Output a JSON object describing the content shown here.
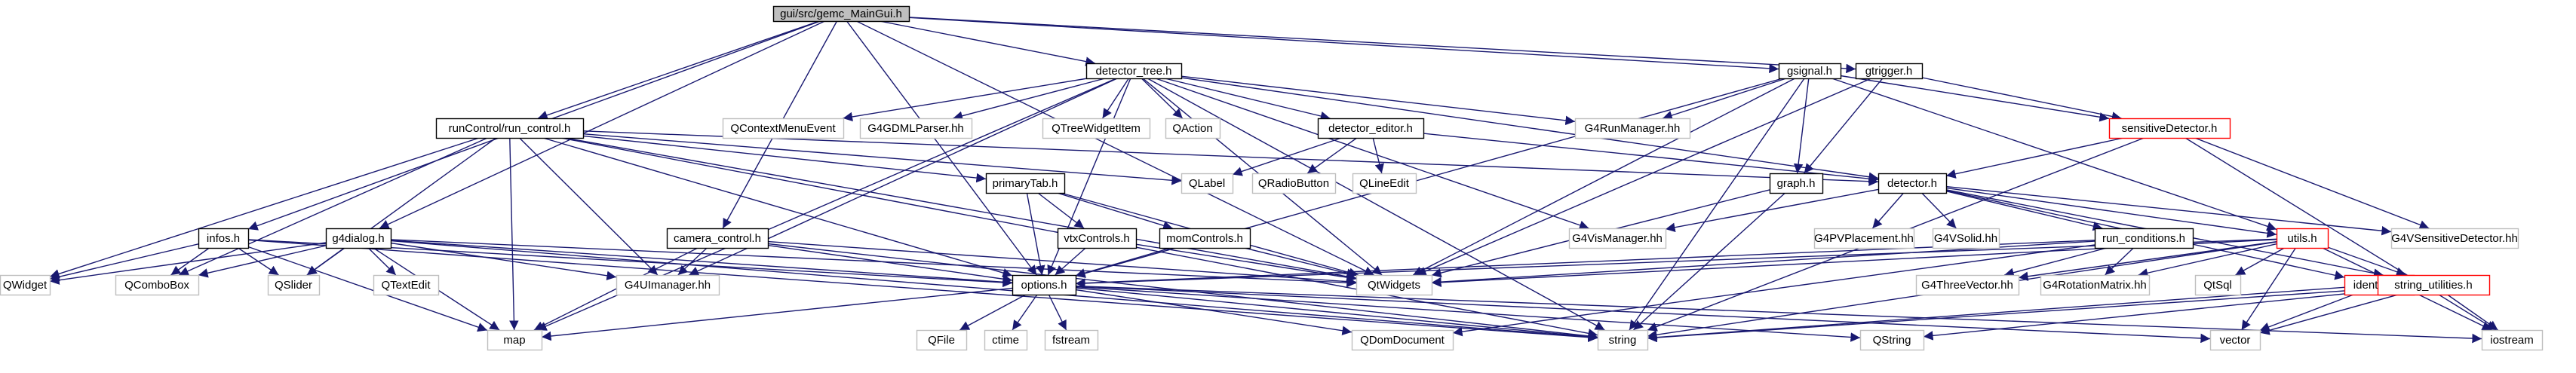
{
  "colors": {
    "edge": "#191970",
    "root_fill": "#bfbfbf",
    "node_border": "#000000",
    "missing_border": "#bfbfbf",
    "highlight_border": "#ff0000",
    "background": "#ffffff"
  },
  "nodes": [
    {
      "id": "root",
      "label": "gui/src/gemc_MainGui.h",
      "kind": "root"
    },
    {
      "id": "detector_tree",
      "label": "detector_tree.h",
      "kind": "local"
    },
    {
      "id": "gsignal",
      "label": "gsignal.h",
      "kind": "local"
    },
    {
      "id": "gtrigger",
      "label": "gtrigger.h",
      "kind": "local"
    },
    {
      "id": "sensitiveDetector",
      "label": "sensitiveDetector.h",
      "kind": "highlight"
    },
    {
      "id": "runControl",
      "label": "runControl/run_control.h",
      "kind": "local"
    },
    {
      "id": "QContextMenuEvent",
      "label": "QContextMenuEvent",
      "kind": "external"
    },
    {
      "id": "G4GDMLParser",
      "label": "G4GDMLParser.hh",
      "kind": "external"
    },
    {
      "id": "QTreeWidgetItem",
      "label": "QTreeWidgetItem",
      "kind": "external"
    },
    {
      "id": "QAction",
      "label": "QAction",
      "kind": "external"
    },
    {
      "id": "detector_editor",
      "label": "detector_editor.h",
      "kind": "local"
    },
    {
      "id": "G4RunManager",
      "label": "G4RunManager.hh",
      "kind": "external"
    },
    {
      "id": "QLabel",
      "label": "QLabel",
      "kind": "external"
    },
    {
      "id": "QRadioButton",
      "label": "QRadioButton",
      "kind": "external"
    },
    {
      "id": "QLineEdit",
      "label": "QLineEdit",
      "kind": "external"
    },
    {
      "id": "primaryTab",
      "label": "primaryTab.h",
      "kind": "local"
    },
    {
      "id": "graph",
      "label": "graph.h",
      "kind": "local"
    },
    {
      "id": "detector",
      "label": "detector.h",
      "kind": "local"
    },
    {
      "id": "G4VSensitiveDetector",
      "label": "G4VSensitiveDetector.hh",
      "kind": "external"
    },
    {
      "id": "G4VisManager",
      "label": "G4VisManager.hh",
      "kind": "external"
    },
    {
      "id": "G4PVPlacement",
      "label": "G4PVPlacement.hh",
      "kind": "external"
    },
    {
      "id": "G4VSolid",
      "label": "G4VSolid.hh",
      "kind": "external"
    },
    {
      "id": "run_conditions",
      "label": "run_conditions.h",
      "kind": "local"
    },
    {
      "id": "utils",
      "label": "utils.h",
      "kind": "highlight"
    },
    {
      "id": "infos",
      "label": "infos.h",
      "kind": "local"
    },
    {
      "id": "g4dialog",
      "label": "g4dialog.h",
      "kind": "local"
    },
    {
      "id": "camera_control",
      "label": "camera_control.h",
      "kind": "local"
    },
    {
      "id": "vtxControls",
      "label": "vtxControls.h",
      "kind": "local"
    },
    {
      "id": "momControls",
      "label": "momControls.h",
      "kind": "local"
    },
    {
      "id": "QWidget",
      "label": "QWidget",
      "kind": "external"
    },
    {
      "id": "QComboBox",
      "label": "QComboBox",
      "kind": "external"
    },
    {
      "id": "QSlider",
      "label": "QSlider",
      "kind": "external"
    },
    {
      "id": "QTextEdit",
      "label": "QTextEdit",
      "kind": "external"
    },
    {
      "id": "G4UImanager",
      "label": "G4UImanager.hh",
      "kind": "external"
    },
    {
      "id": "options",
      "label": "options.h",
      "kind": "local"
    },
    {
      "id": "QtWidgets",
      "label": "QtWidgets",
      "kind": "external"
    },
    {
      "id": "G4ThreeVector",
      "label": "G4ThreeVector.hh",
      "kind": "external"
    },
    {
      "id": "G4RotationMatrix",
      "label": "G4RotationMatrix.hh",
      "kind": "external"
    },
    {
      "id": "QtSql",
      "label": "QtSql",
      "kind": "external"
    },
    {
      "id": "identifier",
      "label": "identifier.h",
      "kind": "highlight"
    },
    {
      "id": "string_utilities",
      "label": "string_utilities.h",
      "kind": "highlight"
    },
    {
      "id": "map",
      "label": "map",
      "kind": "external"
    },
    {
      "id": "QFile",
      "label": "QFile",
      "kind": "external"
    },
    {
      "id": "ctime",
      "label": "ctime",
      "kind": "external"
    },
    {
      "id": "fstream",
      "label": "fstream",
      "kind": "external"
    },
    {
      "id": "QDomDocument",
      "label": "QDomDocument",
      "kind": "external"
    },
    {
      "id": "string",
      "label": "string",
      "kind": "external"
    },
    {
      "id": "QString",
      "label": "QString",
      "kind": "external"
    },
    {
      "id": "vector",
      "label": "vector",
      "kind": "external"
    },
    {
      "id": "iostream",
      "label": "iostream",
      "kind": "external"
    }
  ],
  "edges": [
    [
      "root",
      "detector_tree"
    ],
    [
      "root",
      "gsignal"
    ],
    [
      "root",
      "gtrigger"
    ],
    [
      "root",
      "runControl"
    ],
    [
      "root",
      "infos"
    ],
    [
      "root",
      "g4dialog"
    ],
    [
      "root",
      "camera_control"
    ],
    [
      "root",
      "options"
    ],
    [
      "root",
      "QtWidgets"
    ],
    [
      "detector_tree",
      "QContextMenuEvent"
    ],
    [
      "detector_tree",
      "G4GDMLParser"
    ],
    [
      "detector_tree",
      "QTreeWidgetItem"
    ],
    [
      "detector_tree",
      "QAction"
    ],
    [
      "detector_tree",
      "detector_editor"
    ],
    [
      "detector_tree",
      "G4RunManager"
    ],
    [
      "detector_tree",
      "detector"
    ],
    [
      "detector_tree",
      "options"
    ],
    [
      "detector_tree",
      "QtWidgets"
    ],
    [
      "detector_tree",
      "G4UImanager"
    ],
    [
      "detector_tree",
      "map"
    ],
    [
      "detector_tree",
      "string"
    ],
    [
      "detector_tree",
      "G4VisManager"
    ],
    [
      "gsignal",
      "G4RunManager"
    ],
    [
      "gsignal",
      "sensitiveDetector"
    ],
    [
      "gsignal",
      "graph"
    ],
    [
      "gsignal",
      "utils"
    ],
    [
      "gsignal",
      "options"
    ],
    [
      "gsignal",
      "QtWidgets"
    ],
    [
      "gsignal",
      "string"
    ],
    [
      "gtrigger",
      "sensitiveDetector"
    ],
    [
      "gtrigger",
      "graph"
    ],
    [
      "gtrigger",
      "QtWidgets"
    ],
    [
      "sensitiveDetector",
      "detector"
    ],
    [
      "sensitiveDetector",
      "G4VSensitiveDetector"
    ],
    [
      "sensitiveDetector",
      "string"
    ],
    [
      "sensitiveDetector",
      "iostream"
    ],
    [
      "runControl",
      "QLabel"
    ],
    [
      "runControl",
      "primaryTab"
    ],
    [
      "runControl",
      "detector"
    ],
    [
      "runControl",
      "QWidget"
    ],
    [
      "runControl",
      "QComboBox"
    ],
    [
      "runControl",
      "QSlider"
    ],
    [
      "runControl",
      "G4UImanager"
    ],
    [
      "runControl",
      "options"
    ],
    [
      "runControl",
      "QtWidgets"
    ],
    [
      "runControl",
      "map"
    ],
    [
      "runControl",
      "string"
    ],
    [
      "detector_editor",
      "QLabel"
    ],
    [
      "detector_editor",
      "QRadioButton"
    ],
    [
      "detector_editor",
      "QLineEdit"
    ],
    [
      "detector_editor",
      "detector"
    ],
    [
      "primaryTab",
      "vtxControls"
    ],
    [
      "primaryTab",
      "momControls"
    ],
    [
      "primaryTab",
      "options"
    ],
    [
      "primaryTab",
      "QtWidgets"
    ],
    [
      "graph",
      "QtWidgets"
    ],
    [
      "graph",
      "string"
    ],
    [
      "detector",
      "G4VisManager"
    ],
    [
      "detector",
      "G4PVPlacement"
    ],
    [
      "detector",
      "G4VSolid"
    ],
    [
      "detector",
      "run_conditions"
    ],
    [
      "detector",
      "utils"
    ],
    [
      "detector",
      "G4VSensitiveDetector"
    ],
    [
      "detector",
      "identifier"
    ],
    [
      "detector",
      "string_utilities"
    ],
    [
      "run_conditions",
      "options"
    ],
    [
      "run_conditions",
      "G4ThreeVector"
    ],
    [
      "run_conditions",
      "G4RotationMatrix"
    ],
    [
      "run_conditions",
      "QtWidgets"
    ],
    [
      "run_conditions",
      "QDomDocument"
    ],
    [
      "utils",
      "options"
    ],
    [
      "utils",
      "G4ThreeVector"
    ],
    [
      "utils",
      "G4RotationMatrix"
    ],
    [
      "utils",
      "QtSql"
    ],
    [
      "utils",
      "string_utilities"
    ],
    [
      "utils",
      "QtWidgets"
    ],
    [
      "utils",
      "string"
    ],
    [
      "utils",
      "iostream"
    ],
    [
      "utils",
      "vector"
    ],
    [
      "infos",
      "QWidget"
    ],
    [
      "infos",
      "QComboBox"
    ],
    [
      "infos",
      "QSlider"
    ],
    [
      "infos",
      "options"
    ],
    [
      "infos",
      "map"
    ],
    [
      "infos",
      "string"
    ],
    [
      "g4dialog",
      "QWidget"
    ],
    [
      "g4dialog",
      "QComboBox"
    ],
    [
      "g4dialog",
      "QSlider"
    ],
    [
      "g4dialog",
      "QTextEdit"
    ],
    [
      "g4dialog",
      "G4UImanager"
    ],
    [
      "g4dialog",
      "options"
    ],
    [
      "g4dialog",
      "QtWidgets"
    ],
    [
      "g4dialog",
      "map"
    ],
    [
      "g4dialog",
      "string"
    ],
    [
      "camera_control",
      "G4UImanager"
    ],
    [
      "camera_control",
      "options"
    ],
    [
      "camera_control",
      "QtWidgets"
    ],
    [
      "camera_control",
      "map"
    ],
    [
      "camera_control",
      "string"
    ],
    [
      "vtxControls",
      "options"
    ],
    [
      "vtxControls",
      "QtWidgets"
    ],
    [
      "momControls",
      "options"
    ],
    [
      "momControls",
      "QtWidgets"
    ],
    [
      "options",
      "map"
    ],
    [
      "options",
      "QFile"
    ],
    [
      "options",
      "ctime"
    ],
    [
      "options",
      "fstream"
    ],
    [
      "options",
      "QDomDocument"
    ],
    [
      "options",
      "string"
    ],
    [
      "options",
      "QString"
    ],
    [
      "options",
      "vector"
    ],
    [
      "options",
      "iostream"
    ],
    [
      "identifier",
      "vector"
    ],
    [
      "identifier",
      "string"
    ],
    [
      "string_utilities",
      "vector"
    ],
    [
      "string_utilities",
      "string"
    ],
    [
      "string_utilities",
      "QString"
    ],
    [
      "string_utilities",
      "iostream"
    ]
  ]
}
